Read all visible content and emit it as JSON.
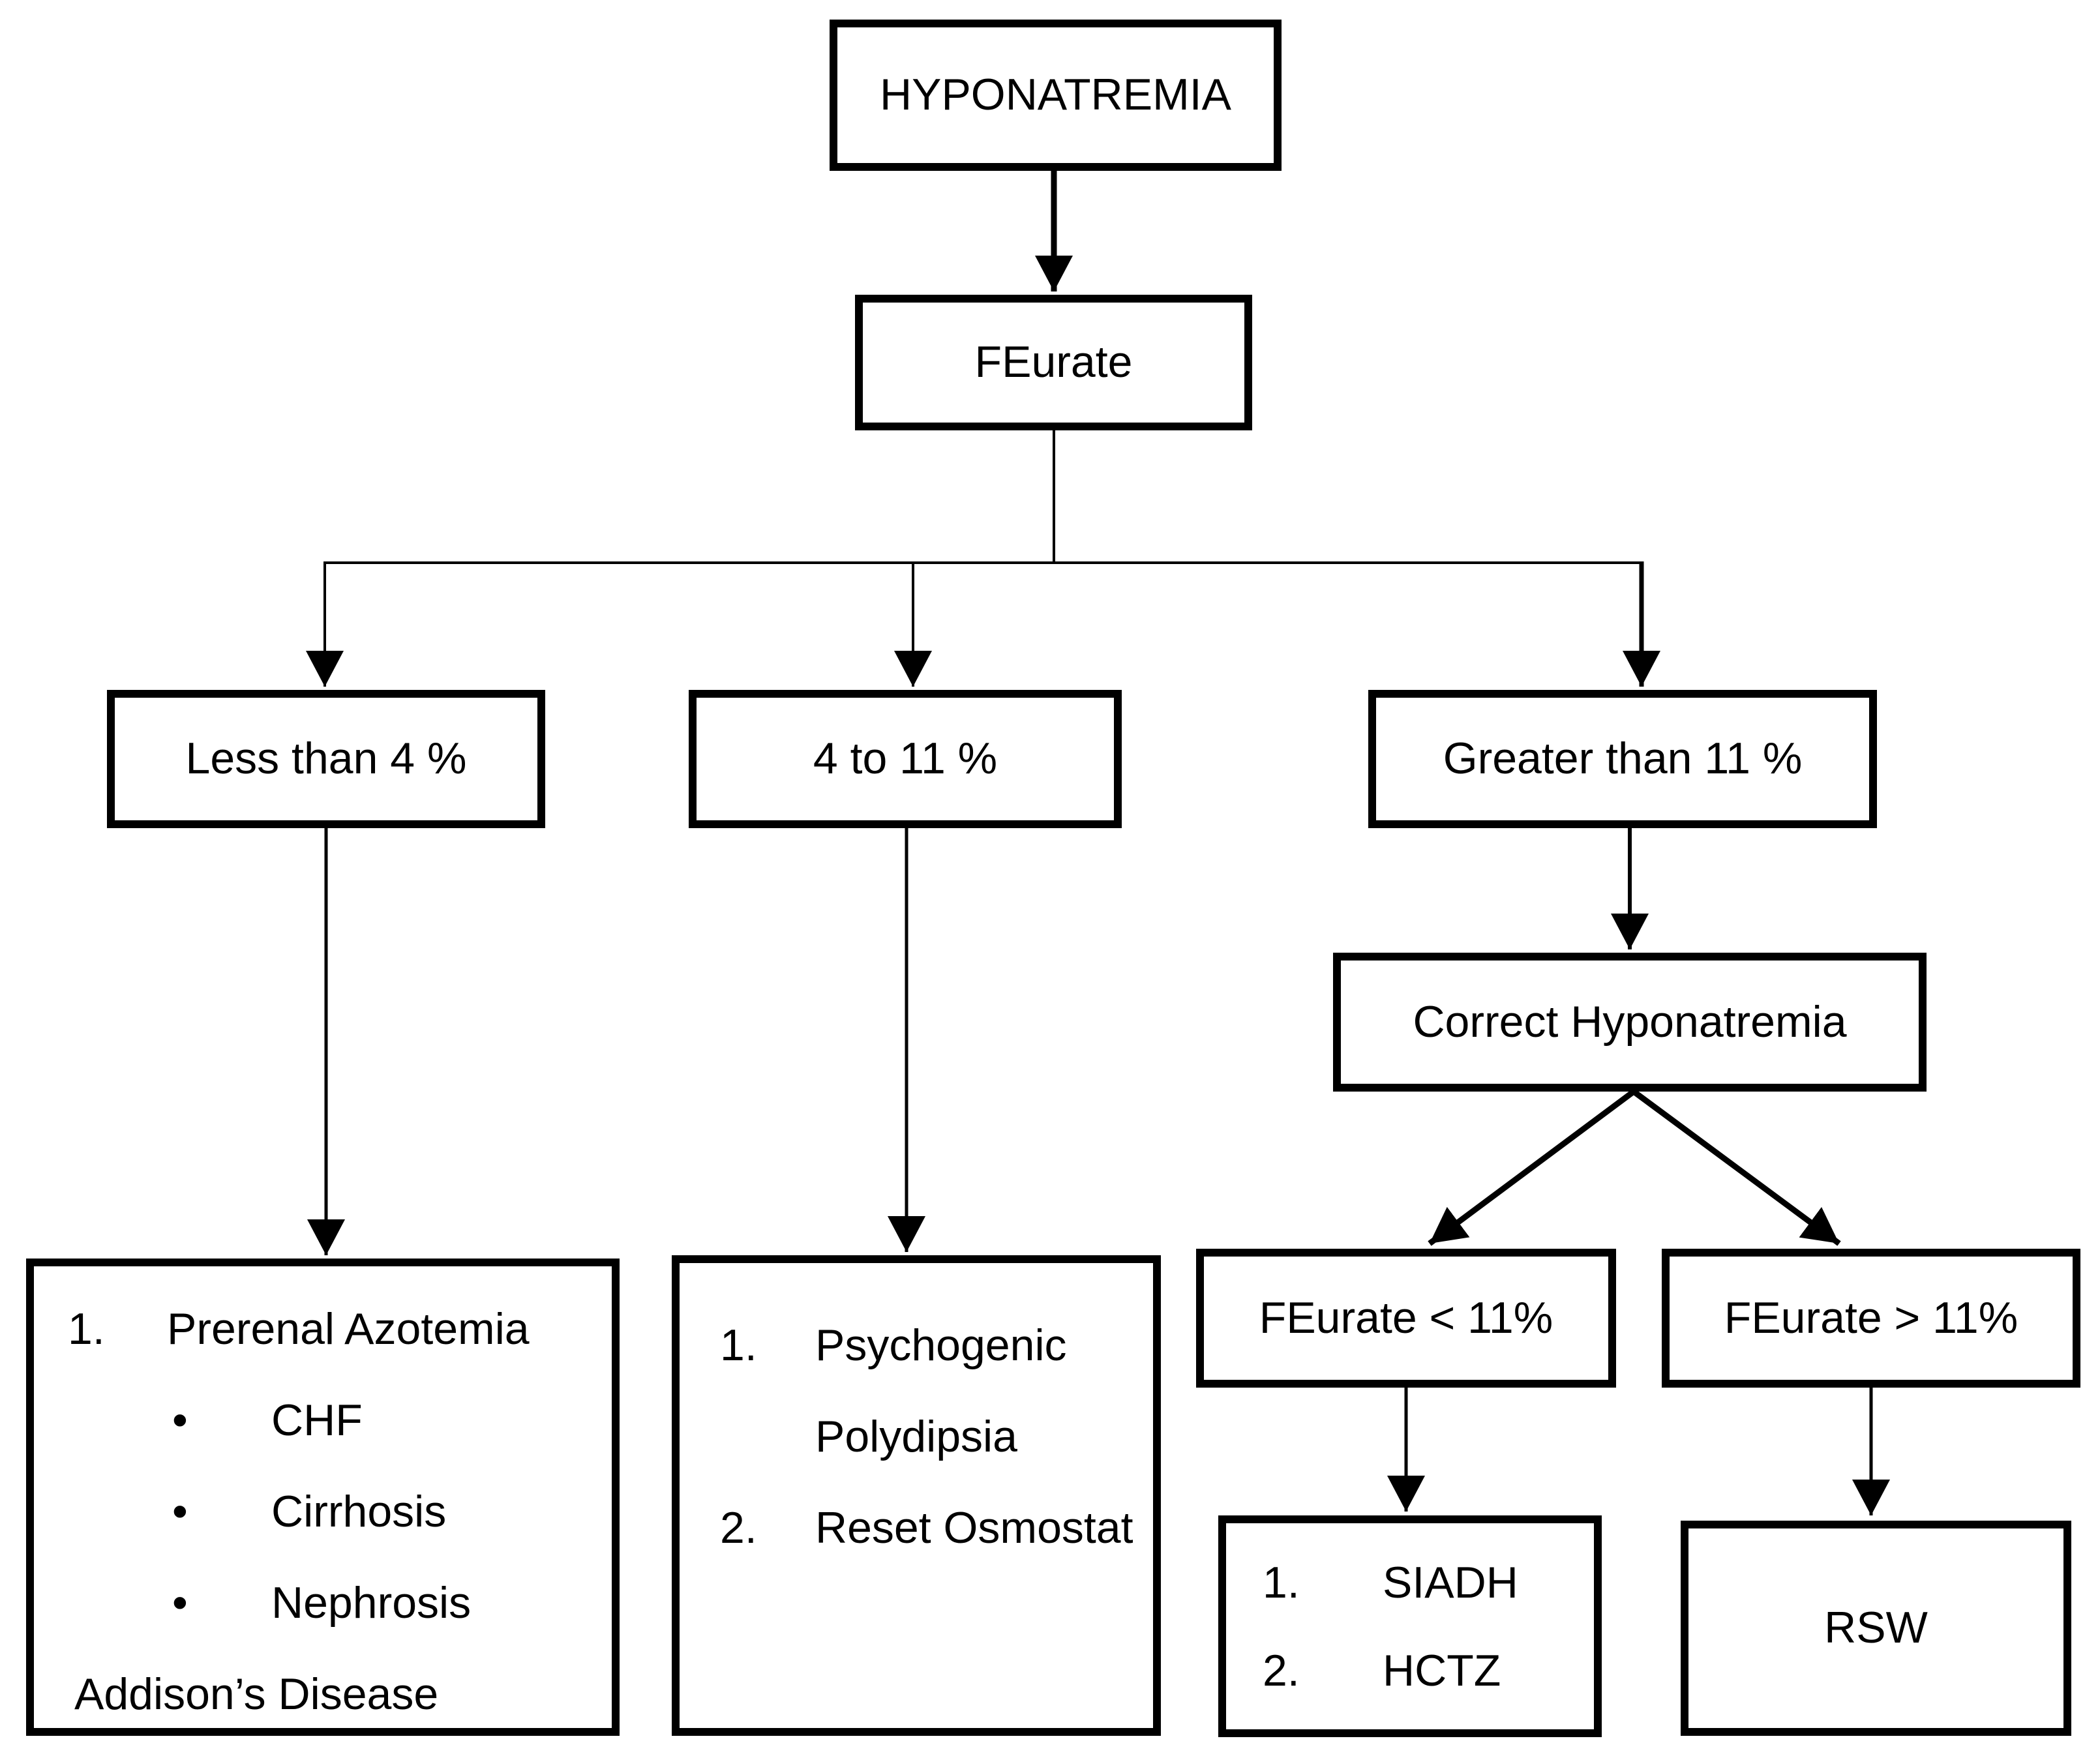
{
  "diagram": {
    "title": "HYPONATREMIA",
    "colors": {
      "stroke": "#000000",
      "background": "#ffffff"
    },
    "nodes": {
      "hyponatremia": {
        "label": "HYPONATREMIA"
      },
      "feurate": {
        "label": "FEurate"
      },
      "less_than_4": {
        "label": "Less than 4 %"
      },
      "four_to_11": {
        "label": "4 to 11 %"
      },
      "greater_than_11": {
        "label": "Greater than 11 %"
      },
      "correct_hyponatremia": {
        "label": "Correct Hyponatremia"
      },
      "feurate_lt_11": {
        "label": "FEurate < 11%"
      },
      "feurate_gt_11": {
        "label": "FEurate > 11%"
      },
      "rsw": {
        "label": "RSW"
      },
      "less_than_4_causes": {
        "items": [
          {
            "marker": "1.",
            "text": "Prerenal Azotemia"
          },
          {
            "marker": "•",
            "text": "CHF"
          },
          {
            "marker": "•",
            "text": "Cirrhosis"
          },
          {
            "marker": "•",
            "text": "Nephrosis"
          },
          {
            "marker": "",
            "text": "Addison’s Disease"
          }
        ]
      },
      "four_to_11_causes": {
        "items": [
          {
            "marker": "1.",
            "text": "Psychogenic Polydipsia"
          },
          {
            "marker": "2.",
            "text": "Reset Osmostat"
          }
        ]
      },
      "feurate_lt_11_causes": {
        "items": [
          {
            "marker": "1.",
            "text": "SIADH"
          },
          {
            "marker": "2.",
            "text": "HCTZ"
          }
        ]
      }
    },
    "edges": [
      {
        "from": "hyponatremia",
        "to": "feurate"
      },
      {
        "from": "feurate",
        "to": "less_than_4"
      },
      {
        "from": "feurate",
        "to": "four_to_11"
      },
      {
        "from": "feurate",
        "to": "greater_than_11"
      },
      {
        "from": "less_than_4",
        "to": "less_than_4_causes"
      },
      {
        "from": "four_to_11",
        "to": "four_to_11_causes"
      },
      {
        "from": "greater_than_11",
        "to": "correct_hyponatremia"
      },
      {
        "from": "correct_hyponatremia",
        "to": "feurate_lt_11"
      },
      {
        "from": "correct_hyponatremia",
        "to": "feurate_gt_11"
      },
      {
        "from": "feurate_lt_11",
        "to": "feurate_lt_11_causes"
      },
      {
        "from": "feurate_gt_11",
        "to": "rsw"
      }
    ]
  }
}
